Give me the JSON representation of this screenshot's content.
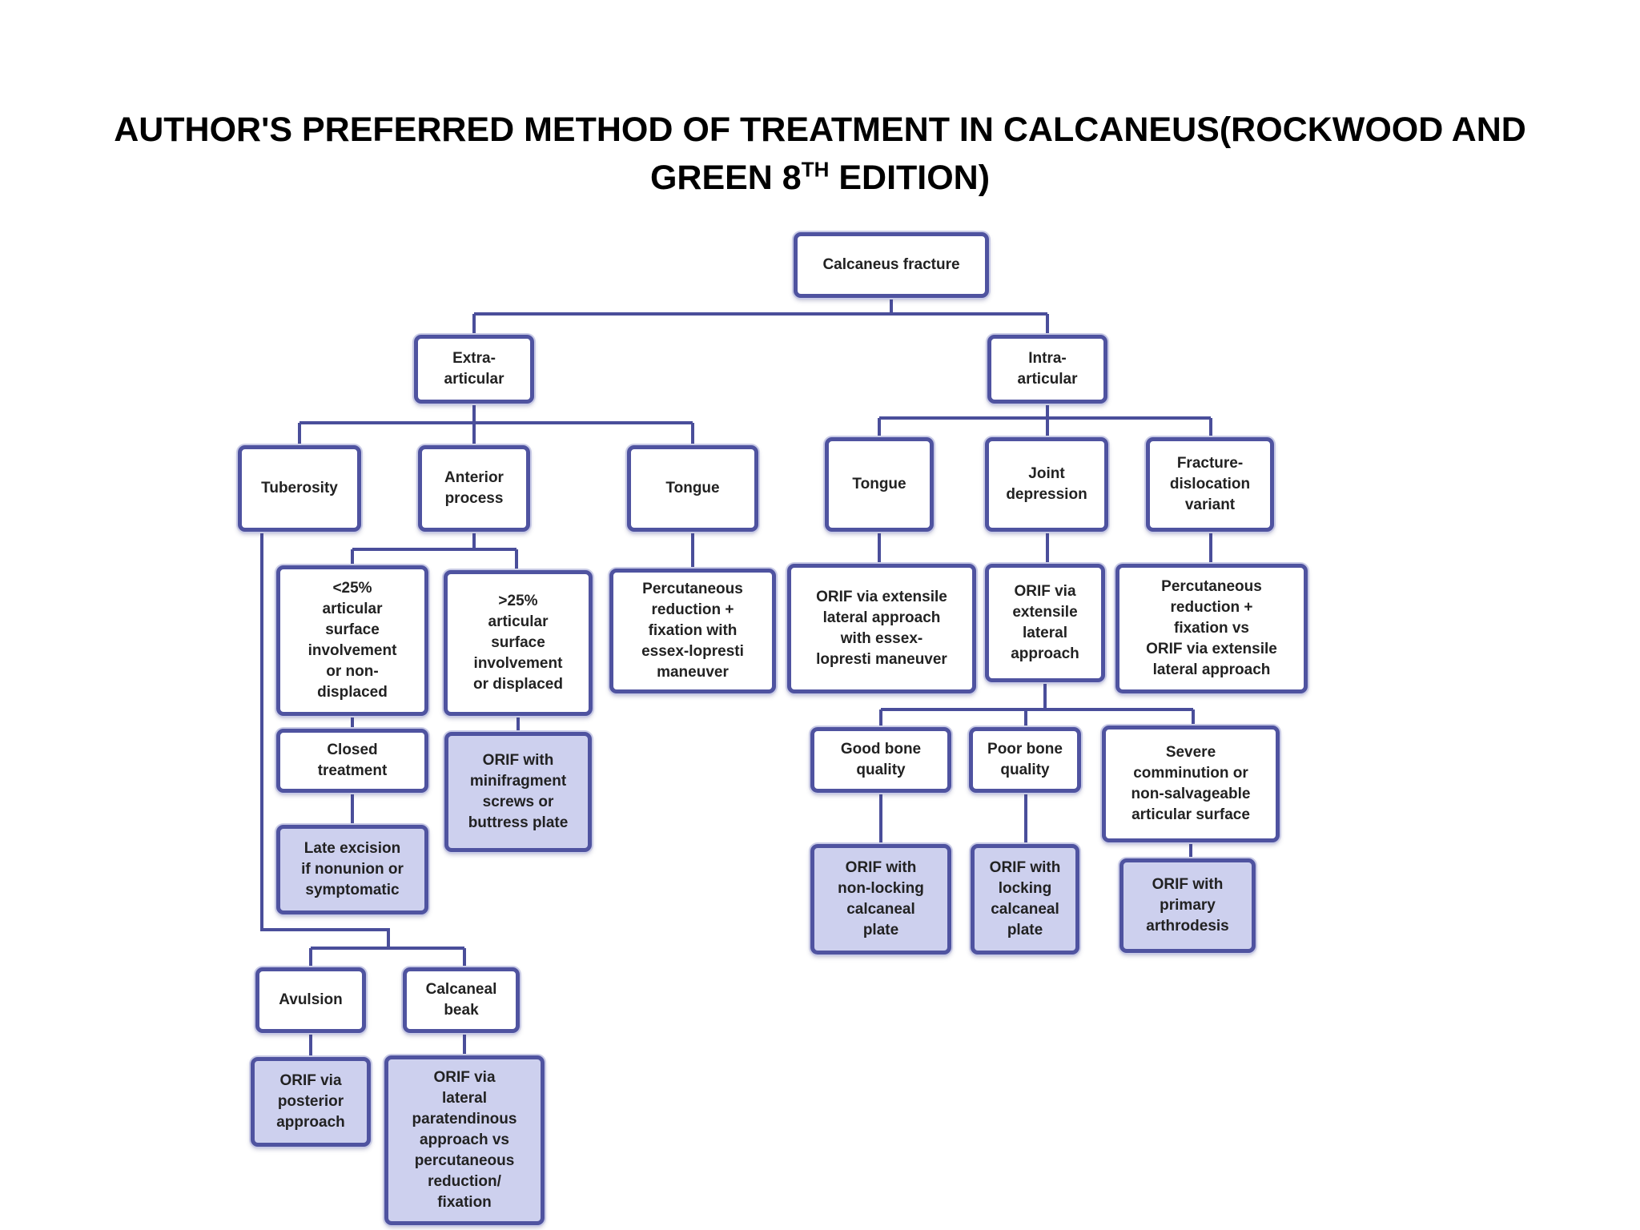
{
  "title": {
    "line1": "AUTHOR'S PREFERRED METHOD OF TREATMENT IN CALCANEUS(ROCKWOOD AND",
    "line2_pre": "GREEN 8",
    "line2_sup": "TH",
    "line2_post": " EDITION)"
  },
  "nodes": {
    "root": "Calcaneus fracture",
    "extra": "Extra-\narticular",
    "intra": "Intra-\narticular",
    "tuberosity": "Tuberosity",
    "anterior": "Anterior\nprocess",
    "tongue_extra": "Tongue",
    "tongue_intra": "Tongue",
    "joint_depression": "Joint\ndepression",
    "fracture_dislocation": "Fracture-\ndislocation\nvariant",
    "lt25": "<25%\narticular\nsurface\ninvolvement\nor non-\ndisplaced",
    "gt25": ">25%\narticular\nsurface\ninvolvement\nor displaced",
    "perc_essex": "Percutaneous\nreduction +\nfixation with\nessex-lopresti\nmaneuver",
    "orif_extensile_essex": "ORIF via extensile\nlateral approach\nwith essex-\nlopresti maneuver",
    "orif_extensile": "ORIF via\nextensile\nlateral\napproach",
    "perc_vs_orif": "Percutaneous\nreduction +\nfixation vs\nORIF via extensile\nlateral approach",
    "closed": "Closed\ntreatment",
    "orif_minifragment": "ORIF with\nminifragment\nscrews or\nbuttress plate",
    "late_excision": "Late excision\nif nonunion or\nsymptomatic",
    "good_bone": "Good bone\nquality",
    "poor_bone": "Poor bone\nquality",
    "severe": "Severe\ncomminution or\nnon-salvageable\narticular surface",
    "orif_nonlocking": "ORIF with\nnon-locking\ncalcaneal\nplate",
    "orif_locking": "ORIF with\nlocking\ncalcaneal\nplate",
    "orif_arthrodesis": "ORIF with\nprimary\narthrodesis",
    "avulsion": "Avulsion",
    "calcaneal_beak": "Calcaneal\nbeak",
    "orif_posterior": "ORIF via\nposterior\napproach",
    "orif_paratendinous": "ORIF via\nlateral\nparatendinous\napproach vs\npercutaneous\nreduction/\nfixation"
  },
  "colors": {
    "box_border": "#4f53a0",
    "box_fill_light": "#ffffff",
    "box_fill_shaded": "#cdd0ee",
    "connector": "#4a4e9a"
  }
}
